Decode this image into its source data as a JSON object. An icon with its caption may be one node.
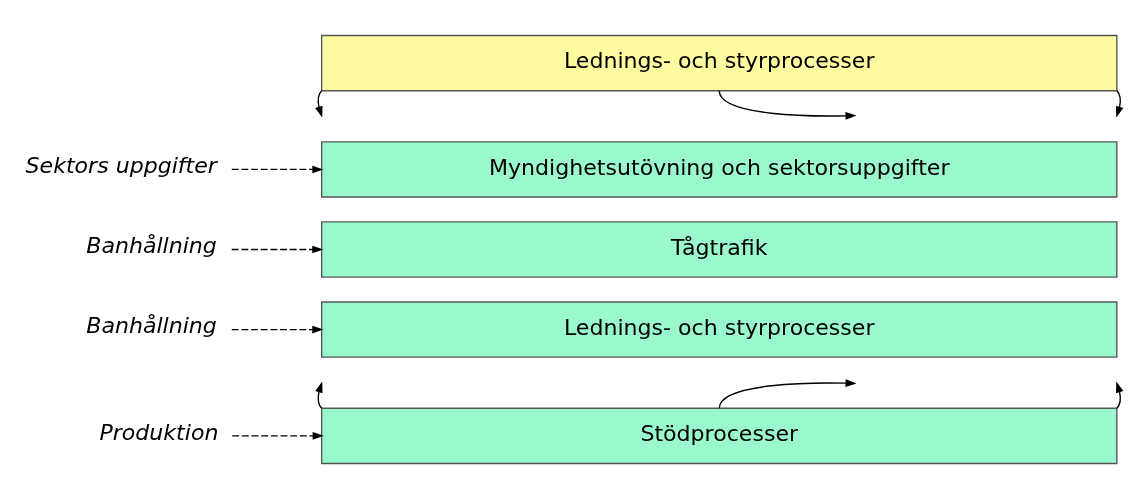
{
  "diagram": {
    "nodes": [
      {
        "text": [
          "Lednings- och styrprocesser"
        ]
      },
      {
        "text": [
          "Sektors uppgifter"
        ]
      },
      {
        "text": [
          "Myndighetsutövning och sektorsuppgifter"
        ]
      },
      {
        "text": [
          "Banhållning"
        ]
      },
      {
        "text": [
          "Tågtrafik"
        ]
      },
      {
        "text": [
          "Banhållning"
        ]
      },
      {
        "text": [
          "Lednings- och styrprocesser"
        ]
      },
      {
        "text": [
          "Produktion"
        ]
      },
      {
        "text": [
          "Stödprocesser"
        ]
      }
    ],
    "edges": [
      {
        "from": 0,
        "to": null,
        "arrow": "to"
      },
      {
        "from": 0,
        "to": null,
        "arrow": "to"
      },
      {
        "from": 0,
        "to": null,
        "arrow": "to"
      },
      {
        "from": 1,
        "to": 2,
        "arrow": "to",
        "style": "dashed"
      },
      {
        "from": 3,
        "to": 4,
        "arrow": "to",
        "style": "dashed"
      },
      {
        "from": 5,
        "to": 6,
        "arrow": "to",
        "style": "dashed"
      },
      {
        "from": 7,
        "to": 8,
        "arrow": "to",
        "style": "dashed"
      },
      {
        "from": 8,
        "to": null,
        "arrow": "to"
      },
      {
        "from": 8,
        "to": null,
        "arrow": "to"
      },
      {
        "from": 8,
        "to": null,
        "arrow": "to"
      }
    ]
  }
}
